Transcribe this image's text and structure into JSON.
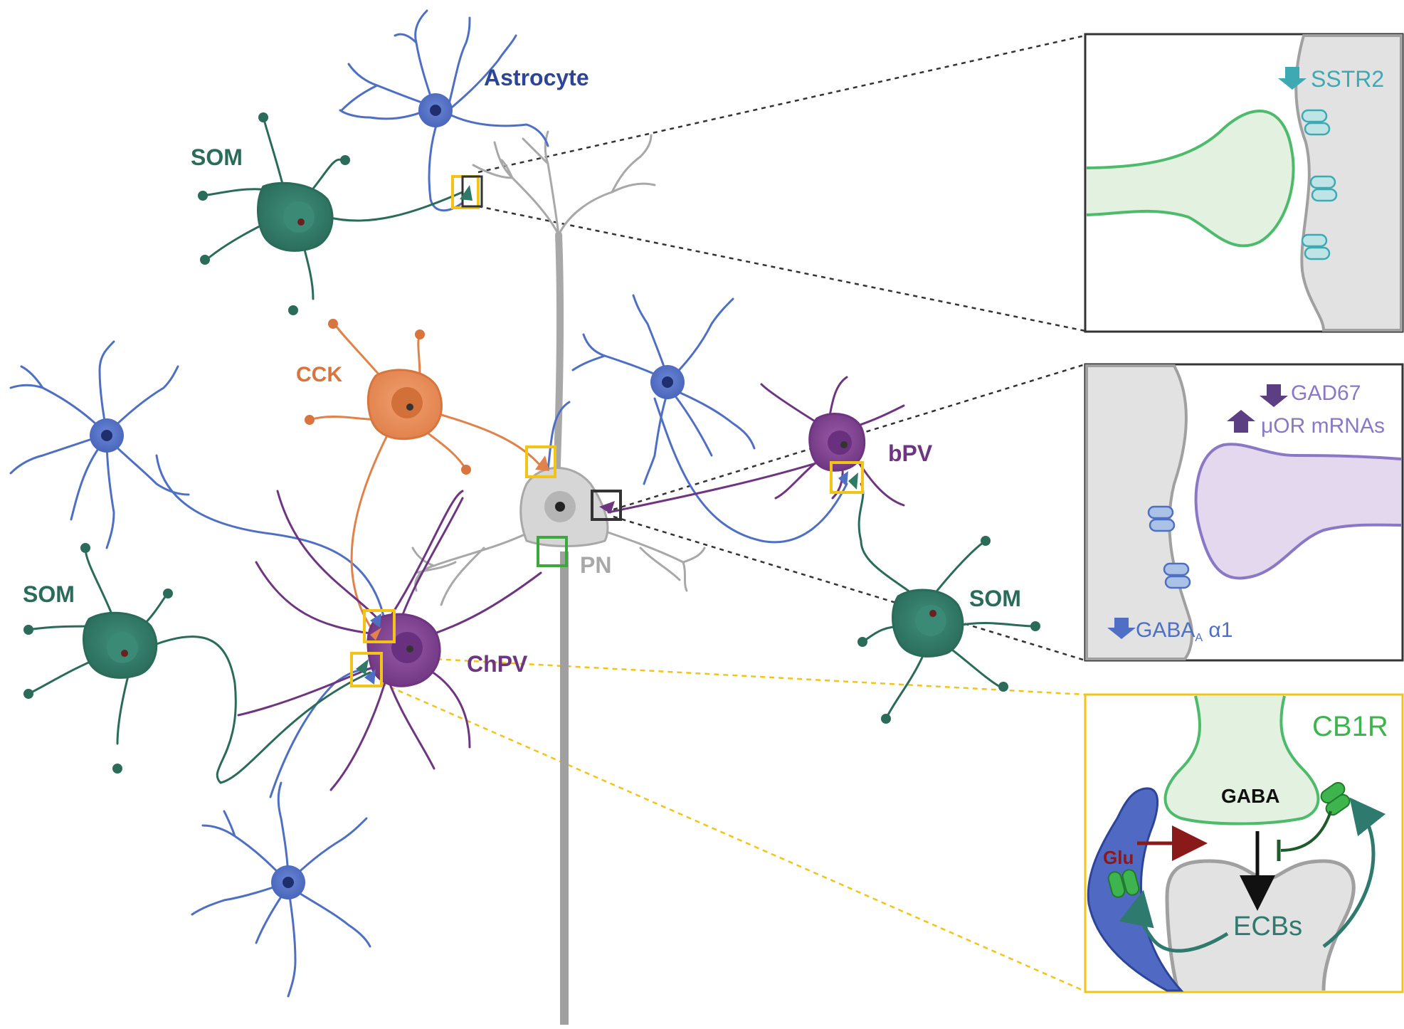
{
  "labels": {
    "astrocyte": "Astrocyte",
    "som_top": "SOM",
    "som_left": "SOM",
    "som_right": "SOM",
    "cck": "CCK",
    "bpv": "bPV",
    "chpv": "ChPV",
    "pn": "PN"
  },
  "panel_top": {
    "marker": "SSTR2"
  },
  "panel_mid": {
    "gad": "GAD67",
    "mor": "μOR mRNAs",
    "gaba_a_main": "GABA",
    "gaba_a_sub": "A",
    "gaba_a_tail": " α1"
  },
  "panel_bottom": {
    "receptor": "CB1R",
    "transmitter": "GABA",
    "glu": "Glu",
    "ecbs": "ECBs"
  },
  "colors": {
    "astrocyte": "#4f6fc4",
    "som": "#2f7a66",
    "cck": "#e0824a",
    "pv": "#7a3f8a",
    "pn": "#c8c8c8",
    "yellow_box": "#f2c418",
    "green_box": "#3aa83a",
    "sstr2": "#3fa9b3",
    "cb1r": "#3eb44f"
  }
}
